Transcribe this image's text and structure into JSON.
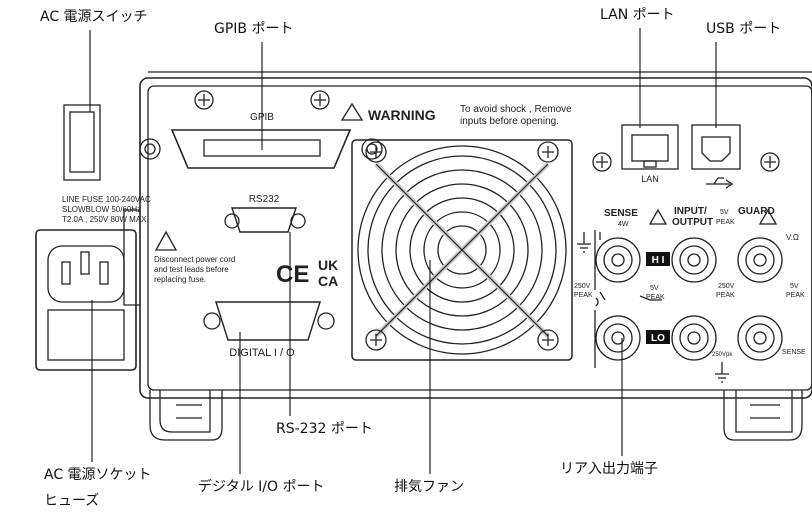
{
  "callouts": {
    "ac_switch": "AC 電源スイッチ",
    "gpib_port": "GPIB ポート",
    "lan_port": "LAN ポート",
    "usb_port": "USB ポート",
    "rs232_port": "RS-232 ポート",
    "ac_socket_line1": "AC 電源ソケット",
    "ac_socket_line2": "ヒューズ",
    "digital_io_port": "デジタル I/O ポート",
    "exhaust_fan": "排気ファン",
    "rear_terminals": "リア入出力端子"
  },
  "panel": {
    "gpib": "GPIB",
    "warning_title": "WARNING",
    "warning_text_1": "To avoid shock , Remove",
    "warning_text_2": "inputs before opening.",
    "fuse_1": "LINE FUSE    100-240VAC",
    "fuse_2": "SLOWBLOW        50/60Hz",
    "fuse_3": "T2.0A , 250V    80W MAX.",
    "disconnect_1": "Disconnect power cord",
    "disconnect_2": "and test leads before",
    "disconnect_3": "replacing fuse.",
    "rs232": "RS232",
    "digital_io": "DIGITAL  I / O",
    "ce_mark": "CE",
    "ukca_1": "UK",
    "ukca_2": "CA",
    "lan": "LAN",
    "sense": "SENSE",
    "sense_4w": "4W",
    "input_output_1": "INPUT/",
    "input_output_2": "OUTPUT",
    "peak5v_1": "5V",
    "peak5v_2": "PEAK",
    "guard": "GUARD",
    "v_ohm": "V.Ω",
    "hi": "H I",
    "lo": "LO",
    "v250": "250V",
    "peak": "PEAK",
    "v5": "5V",
    "v250pk": "250Vpk",
    "sense_bottom": "SENSE"
  }
}
